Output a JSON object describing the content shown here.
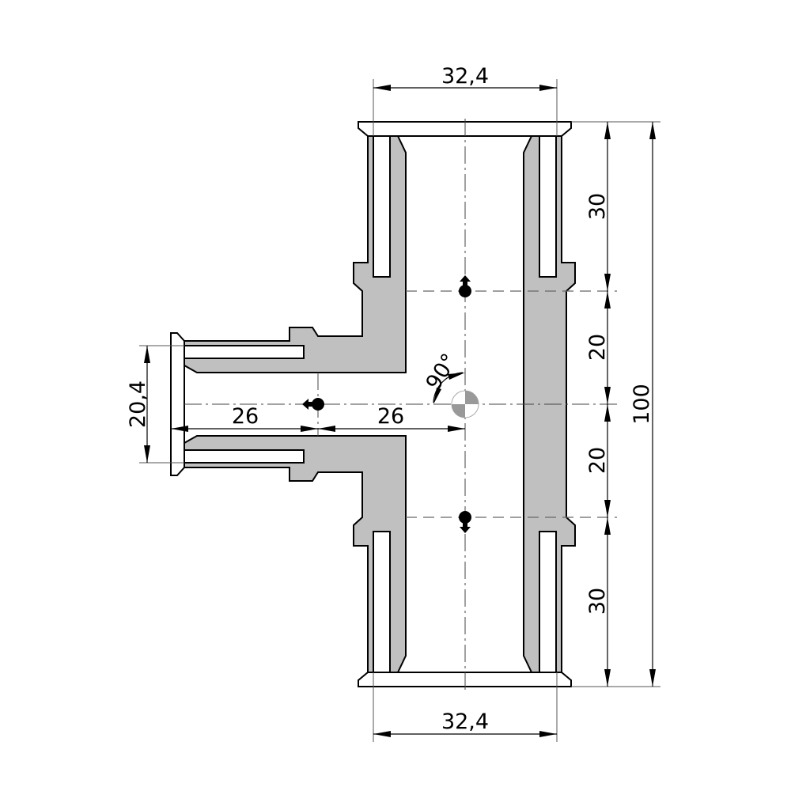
{
  "drawing": {
    "title": "Tee fitting dimensional drawing",
    "dimensions": {
      "top_width": "32,4",
      "bottom_width": "32,4",
      "upper_socket": "30",
      "upper_center": "20",
      "lower_center": "20",
      "lower_socket": "30",
      "overall_length": "100",
      "branch_diameter": "20,4",
      "branch_socket": "26",
      "branch_to_center": "26",
      "angle": "90°"
    },
    "colors": {
      "section_fill": "#c0c0c0",
      "line": "#000000"
    }
  }
}
